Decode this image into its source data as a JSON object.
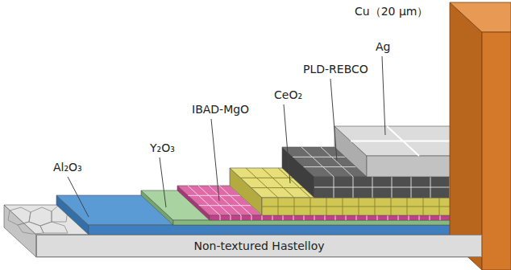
{
  "diagram": {
    "nodes": [
      {
        "text": [
          "Non-textured Hastelloy"
        ]
      }
    ],
    "labels": [
      "Cu（20 μm）",
      "Ag",
      "PLD-REBCO",
      "CeO₂",
      "IBAD-MgO",
      "Y₂O₃",
      "Al₂O₃"
    ]
  }
}
